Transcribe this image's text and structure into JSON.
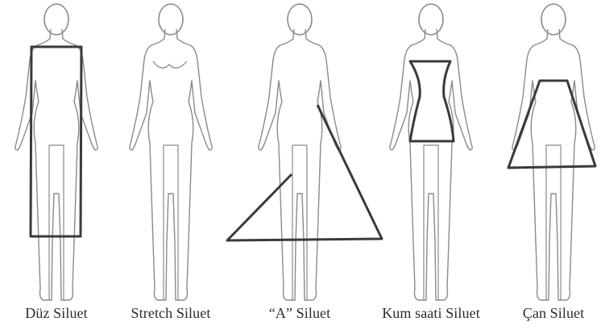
{
  "figures": [
    {
      "label": "Düz Siluet",
      "shape": "rectangle"
    },
    {
      "label": "Stretch Siluet",
      "shape": "none"
    },
    {
      "label": "“A” Siluet",
      "shape": "a-line"
    },
    {
      "label": "Kum saati Siluet",
      "shape": "hourglass"
    },
    {
      "label": "Çan Siluet",
      "shape": "bell"
    }
  ],
  "colors": {
    "body_outline": "#8a8a8a",
    "silhouette_outline": "#3a3a3a",
    "label_text": "#2b2b2b",
    "background": "#ffffff"
  }
}
